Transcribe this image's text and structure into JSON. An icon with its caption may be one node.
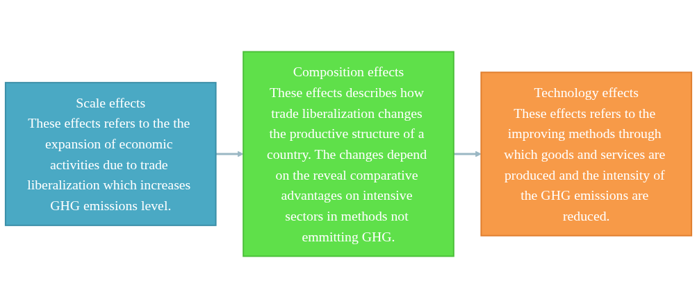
{
  "diagram": {
    "nodes": [
      {
        "text": [
          "Scale effects",
          "These effects refers to the the expansion of economic activities due to trade liberalization which increases GHG emissions level."
        ]
      },
      {
        "text": [
          "Composition effects",
          "These effects describes how trade liberalization changes the productive structure of a country. The changes depend on the reveal comparative advantages on intensive sectors in methods not emmitting GHG."
        ]
      },
      {
        "text": [
          "Technology effects",
          "These effects refers to the improving methods through which goods and services are produced and the intensity of the GHG emissions are reduced."
        ]
      }
    ],
    "edges": [
      {
        "from": 0,
        "to": 1,
        "arrow": "to"
      },
      {
        "from": 1,
        "to": 2,
        "arrow": "to"
      }
    ]
  }
}
